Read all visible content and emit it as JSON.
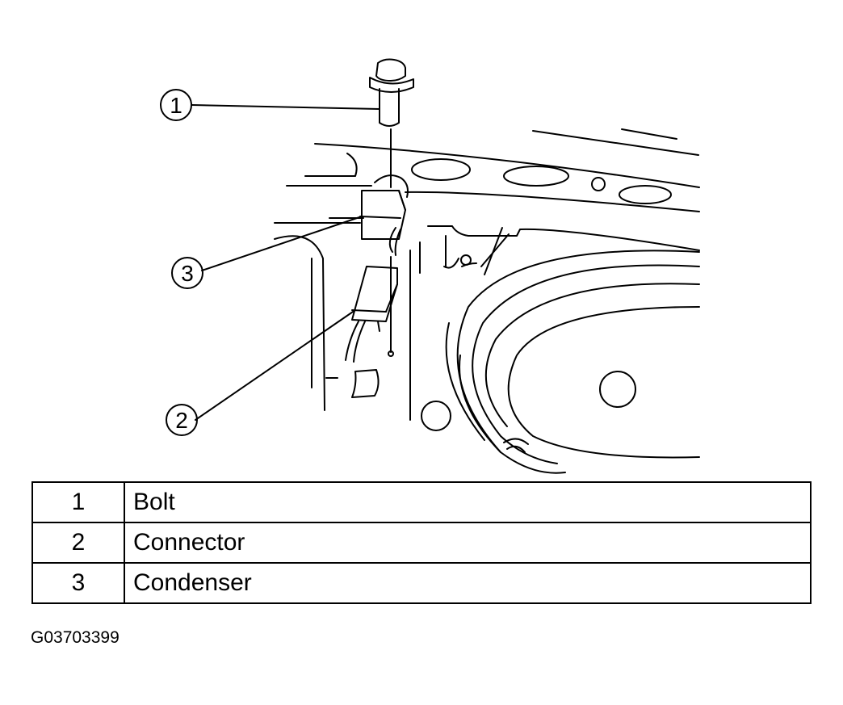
{
  "callouts": [
    {
      "number": "1"
    },
    {
      "number": "2"
    },
    {
      "number": "3"
    }
  ],
  "legend": [
    {
      "number": "1",
      "name": "Bolt"
    },
    {
      "number": "2",
      "name": "Connector"
    },
    {
      "number": "3",
      "name": "Condenser"
    }
  ],
  "figure_id": "G03703399"
}
